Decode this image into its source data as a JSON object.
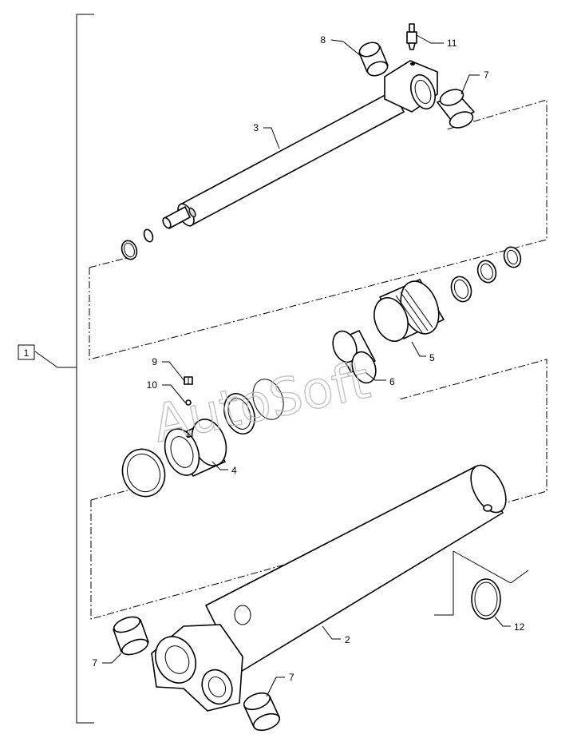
{
  "diagram": {
    "assembly_callout": "1",
    "callouts": {
      "barrel": "2",
      "rod": "3",
      "piston": "4",
      "gland": "5",
      "spacer": "6",
      "bushing_rod_right": "7",
      "bushing_barrel_left": "7",
      "bushing_barrel_bottom": "7",
      "bushing_rod_left": "8",
      "screw_part9": "9",
      "ball_part10": "10",
      "grease_fitting": "11",
      "o_ring": "12"
    },
    "watermark": "AutoSoft"
  }
}
